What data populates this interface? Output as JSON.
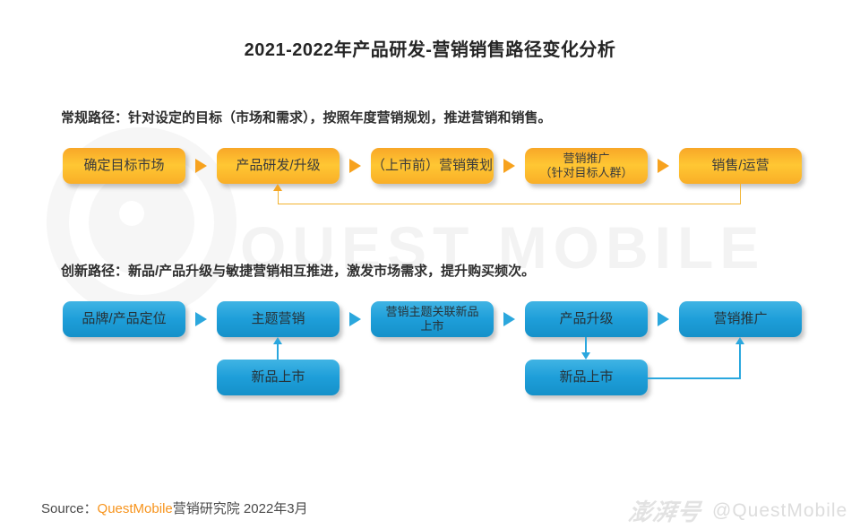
{
  "title": "2021-2022年产品研发-营销销售路径变化分析",
  "watermark": {
    "big_text": "QUEST MOBILE",
    "pengpai": "澎湃号",
    "handle": "@QuestMobile"
  },
  "flow_regular": {
    "label": "常规路径：针对设定的目标（市场和需求），按照年度营销规划，推进营销和销售。",
    "boxes": [
      {
        "line1": "确定目标市场"
      },
      {
        "line1": "产品研发/升级"
      },
      {
        "line1": "（上市前）营销策划"
      },
      {
        "line1": "营销推广",
        "line2": "（针对目标人群）"
      },
      {
        "line1": "销售/运营"
      }
    ]
  },
  "flow_innovation": {
    "label": "创新路径：新品/产品升级与敏捷营销相互推进，激发市场需求，提升购买频次。",
    "boxes": [
      {
        "line1": "品牌/产品定位"
      },
      {
        "line1": "主题营销"
      },
      {
        "line1": "营销主题关联新品",
        "line2": "上市"
      },
      {
        "line1": "产品升级"
      },
      {
        "line1": "营销推广"
      }
    ],
    "sub_boxes": [
      {
        "line1": "新品上市"
      },
      {
        "line1": "新品上市"
      }
    ]
  },
  "footer": {
    "source_prefix": "Source：",
    "brand": "QuestMobile",
    "source_suffix": "营销研究院 2022年3月"
  },
  "colors": {
    "yellow_box_top": "#F8A728",
    "yellow_box_mid": "#FFC733",
    "blue_box_top": "#40B4E4",
    "blue_box_mid": "#1E9ED9",
    "arrow_yellow": "#F7A21E",
    "arrow_blue": "#2BA7DD",
    "line_yellow": "#F2B330",
    "line_blue": "#2AA7DE",
    "brand_orange": "#F7941D",
    "watermark_gray": "#F3F3F3"
  }
}
